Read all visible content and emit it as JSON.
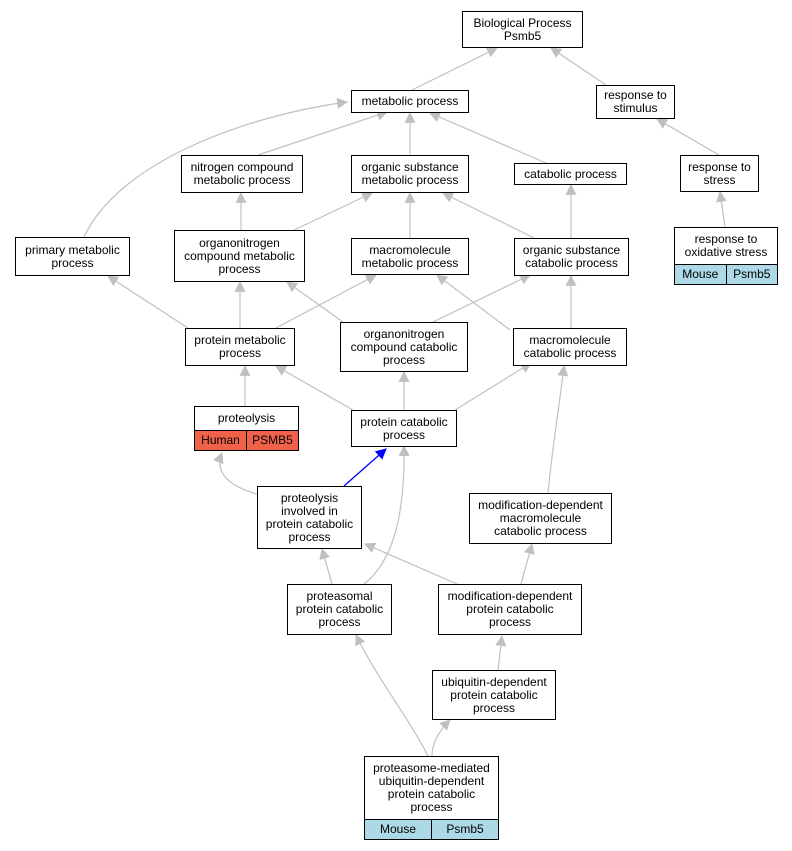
{
  "nodes": {
    "root": "Biological Process\nPsmb5",
    "metabolic_process": "metabolic process",
    "response_to_stimulus": "response to\nstimulus",
    "nitrogen_compound_metabolic_process": "nitrogen compound\nmetabolic process",
    "organic_substance_metabolic_process": "organic substance\nmetabolic process",
    "catabolic_process": "catabolic process",
    "response_to_stress": "response to\nstress",
    "primary_metabolic_process": "primary metabolic\nprocess",
    "organonitrogen_compound_metabolic_process": "organonitrogen\ncompound metabolic\nprocess",
    "macromolecule_metabolic_process": "macromolecule\nmetabolic process",
    "organic_substance_catabolic_process": "organic substance\ncatabolic process",
    "response_to_oxidative_stress": "response to\noxidative stress",
    "protein_metabolic_process": "protein metabolic\nprocess",
    "organonitrogen_compound_catabolic_process": "organonitrogen\ncompound catabolic\nprocess",
    "macromolecule_catabolic_process": "macromolecule\ncatabolic process",
    "proteolysis": "proteolysis",
    "protein_catabolic_process": "protein catabolic\nprocess",
    "proteolysis_involved_in_protein_catabolic_process": "proteolysis\ninvolved in\nprotein catabolic\nprocess",
    "modification_dependent_macromolecule_catabolic_process": "modification-dependent\nmacromolecule\ncatabolic process",
    "proteasomal_protein_catabolic_process": "proteasomal\nprotein catabolic\nprocess",
    "modification_dependent_protein_catabolic_process": "modification-dependent\nprotein catabolic\nprocess",
    "ubiquitin_dependent_protein_catabolic_process": "ubiquitin-dependent\nprotein catabolic\nprocess",
    "proteasome_mediated_ubiquitin_dependent_protein_catabolic_process": "proteasome-mediated\nubiquitin-dependent\nprotein catabolic\nprocess"
  },
  "annotations": {
    "response_to_oxidative_stress": {
      "species": "Mouse",
      "gene": "Psmb5"
    },
    "proteolysis": {
      "species": "Human",
      "gene": "PSMB5"
    },
    "proteasome_mediated_ubiquitin_dependent_protein_catabolic_process": {
      "species": "Mouse",
      "gene": "Psmb5"
    }
  },
  "colors": {
    "mouse_annotation": "#add8e6",
    "human_annotation": "#f0614a",
    "edge": "#c0c0c0",
    "highlight_edge": "#0000ff"
  }
}
